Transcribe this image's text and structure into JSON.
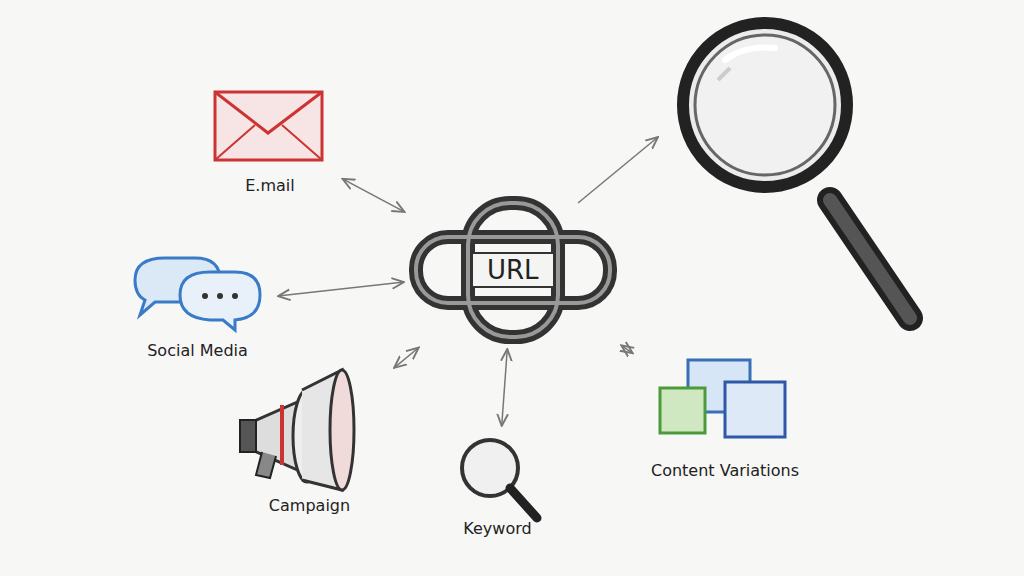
{
  "diagram": {
    "nodes": [
      {
        "text": [
          "URL"
        ]
      },
      {
        "text": [
          "E.mail"
        ]
      },
      {
        "text": [
          "Social Media"
        ]
      },
      {
        "text": [
          "Campaign"
        ]
      },
      {
        "text": [
          "Keyword"
        ]
      },
      {
        "text": [
          "Content Variations"
        ]
      }
    ],
    "edges": [
      {
        "from": 0,
        "to": 1,
        "arrow": "both"
      },
      {
        "from": 0,
        "to": 2,
        "arrow": "both"
      },
      {
        "from": 0,
        "to": 3,
        "arrow": "both"
      },
      {
        "from": 0,
        "to": 4,
        "arrow": "both"
      },
      {
        "from": 0,
        "to": 5,
        "arrow": "both"
      }
    ]
  }
}
